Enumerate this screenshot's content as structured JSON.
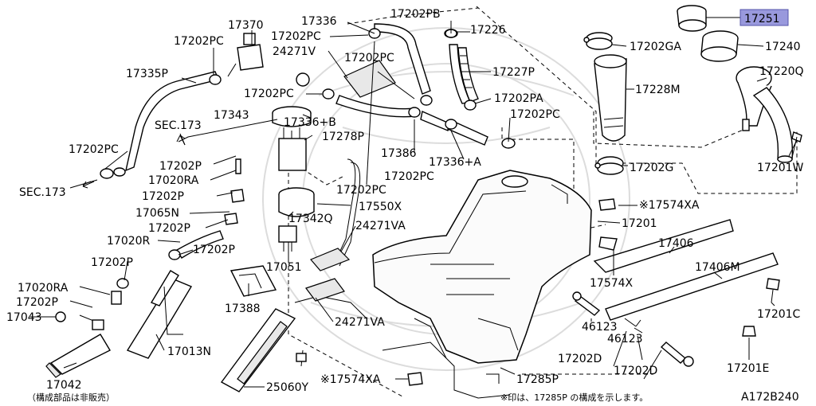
{
  "diagram": {
    "code": "A172B240",
    "highlight_color": "#9999dd",
    "note_main": "※印は、17285P の構成を示します。",
    "note_sub": "（構成部品は非販売）"
  },
  "labels": {
    "l17251": "17251",
    "l17240": "17240",
    "l17220Q": "17220Q",
    "l17202GA": "17202GA",
    "l17228M": "17228M",
    "l17202G": "17202G",
    "l17201W": "17201W",
    "l17202PB": "17202PB",
    "l17226": "17226",
    "l17227P": "17227P",
    "l17202PA": "17202PA",
    "l17202PC_r": "17202PC",
    "l17336": "17336",
    "l17202PC_t": "17202PC",
    "l24271V": "24271V",
    "l17202PC_m": "17202PC",
    "l17370": "17370",
    "l17202PC_tl": "17202PC",
    "l17335P": "17335P",
    "l17202PC_c": "17202PC",
    "l17343": "17343",
    "l17336B": "17336+B",
    "l17278P": "17278P",
    "l17386": "17386",
    "l17336A": "17336+A",
    "l17202PC_b": "17202PC",
    "l17202PC_l": "17202PC",
    "sec173_a": "SEC.173",
    "sec173_b": "SEC.173",
    "l17202P_1": "17202P",
    "l17020RA_1": "17020RA",
    "l17202P_2": "17202P",
    "l17065N": "17065N",
    "l17202P_3": "17202P",
    "l17020R": "17020R",
    "l17202P_4": "17202P",
    "l17550X": "17550X",
    "l17342Q": "17342Q",
    "l24271VA_1": "24271VA",
    "l17051": "17051",
    "l17388": "17388",
    "l24271VA_2": "24271VA",
    "l17202P_5": "17202P",
    "l17020RA_2": "17020RA",
    "l17202P_6": "17202P",
    "l17043": "17043",
    "l17013N": "17013N",
    "l17042": "17042",
    "l25060Y": "25060Y",
    "l17574XA_b": "※17574XA",
    "l17285P": "17285P",
    "l17574XA_t": "※17574XA",
    "l17201": "17201",
    "l17574X": "17574X",
    "l17406": "17406",
    "l17406M": "17406M",
    "l46123_1": "46123",
    "l46123_2": "46123",
    "l17202D_1": "17202D",
    "l17202D_2": "17202D",
    "l17201C": "17201C",
    "l17201E": "17201E"
  }
}
